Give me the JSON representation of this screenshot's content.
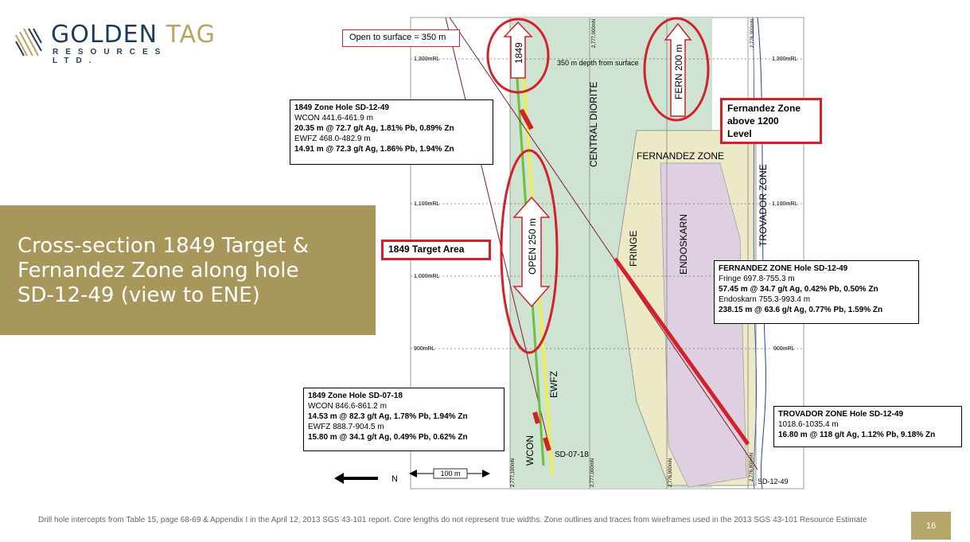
{
  "logo": {
    "word1": "GOLDEN",
    "word2": "TAG",
    "sub": "RESOURCES LTD."
  },
  "title": "Cross-section 1849 Target &\nFernandez Zone along hole\nSD-12-49 (view to ENE)",
  "footnote": "Drill hole intercepts from Table 15, page 68-69 & Appendix I in the April 12, 2013 SGS 43-101 report. Core lengths do not represent true widths. Zone outlines and traces from wireframes used in the 2013 SGS 43-101 Resource Estimate",
  "page_number": "16",
  "diagram": {
    "open_surface_label": "Open to surface = 350 m",
    "depth_label": "350 m depth from surface",
    "arrow_1849": "1849",
    "arrow_fern": "FERN 200 m",
    "arrow_open": "OPEN 250 m",
    "fernandez_zone_box": "Fernandez Zone\nabove 1200\nLevel",
    "target_area": "1849 Target Area",
    "central_diorite": "CENTRAL DIORITE",
    "fernandez_zone": "FERNANDEZ ZONE",
    "trovador_zone": "TROVADOR ZONE",
    "fringe": "FRINGE",
    "endoskarn": "ENDOSKARN",
    "ewfz": "EWFZ",
    "wcon": "WCON",
    "hole_sd0718": "SD-07-18",
    "hole_sd1249": "SD-12-49",
    "north": "N",
    "scale": "100 m",
    "levels": {
      "l1300_left": "1,300mRL",
      "l1300_right": "1,300mRL",
      "l1100_left": "1,100mRL",
      "l1100_right": "1,100mRL",
      "l1000": "1,000mRL",
      "l900_left": "900mRL",
      "l900_right": "900mRL"
    },
    "grid_top": {
      "g1": "2,777,000mN",
      "g2": "2,776,900mN"
    },
    "grid_bottom": {
      "g1": "2,777,100mN",
      "g2": "2,777,000mN",
      "g3": "2,776,900mN",
      "g4": "2,776,800mN"
    }
  },
  "callouts": {
    "sd1249_1849": {
      "title": "1849 Zone Hole SD-12-49",
      "l1": "WCON 441.6-461.9 m",
      "l2": "20.35 m @ 72.7 g/t Ag, 1.81% Pb, 0.89% Zn",
      "l3": "EWFZ 468.0-482.9 m",
      "l4": "14.91 m @ 72.3 g/t Ag, 1.86% Pb, 1.94% Zn"
    },
    "fernandez": {
      "title": "FERNANDEZ ZONE Hole SD-12-49",
      "l1": "Fringe 697.8-755.3  m",
      "l2": "57.45 m @ 34.7 g/t Ag, 0.42% Pb, 0.50% Zn",
      "l3": "Endoskarn 755.3-993.4 m",
      "l4": "238.15 m @ 63.6 g/t Ag, 0.77% Pb, 1.59% Zn"
    },
    "sd0718": {
      "title": "1849 Zone Hole SD-07-18",
      "l1": "WCON 846.6-861.2 m",
      "l2": "14.53 m @ 82.3 g/t Ag, 1.78% Pb, 1.94% Zn",
      "l3": "EWFZ 888.7-904.5 m",
      "l4": "15.80 m @ 34.1 g/t Ag, 0.49% Pb, 0.62% Zn"
    },
    "trovador": {
      "title": "TROVADOR ZONE Hole SD-12-49",
      "l1": "1018.6-1035.4  m",
      "l2": "16.80 m @ 118 g/t Ag, 1.12% Pb, 9.18% Zn"
    }
  },
  "colors": {
    "accent_gold": "#a8975a",
    "diorite": "#cfe3d3",
    "fernandez": "#e9e6c1",
    "endoskarn": "#d9c6d9",
    "red": "#d3202a",
    "drill_green": "#6fbf3b",
    "drill_yellow": "#f5ef3a"
  }
}
